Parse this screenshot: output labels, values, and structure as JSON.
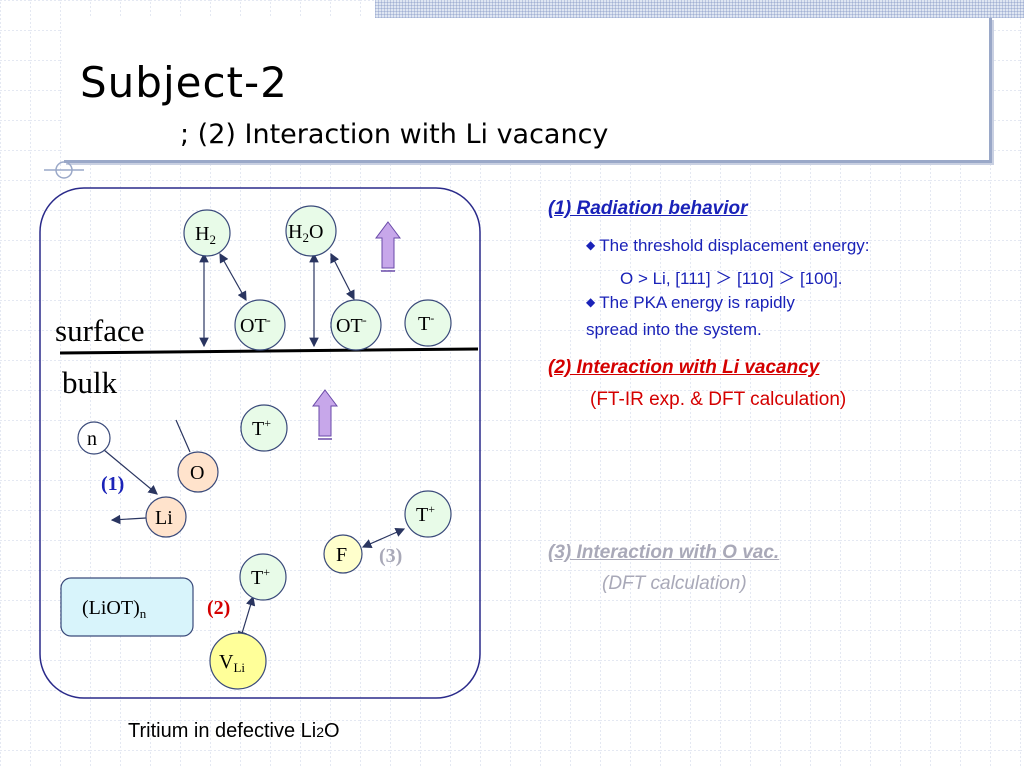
{
  "slide": {
    "title": "Subject-2",
    "subtitle": "; (2) Interaction with Li vacancy"
  },
  "diagram": {
    "region_surface": "surface",
    "region_bulk": "bulk",
    "nodes": {
      "h2": {
        "base": "H",
        "sub": "2",
        "after": ""
      },
      "h2o": {
        "base": "H",
        "sub": "2",
        "after": "O"
      },
      "ot1": {
        "base": "OT",
        "sup": "-"
      },
      "ot2": {
        "base": "OT",
        "sup": "-"
      },
      "t_minus": {
        "base": "T",
        "sup": "-"
      },
      "t_plus_1": {
        "base": "T",
        "sup": "+"
      },
      "t_plus_2": {
        "base": "T",
        "sup": "+"
      },
      "t_plus_3": {
        "base": "T",
        "sup": "+"
      },
      "n": "n",
      "o": "O",
      "li": "Li",
      "f": "F",
      "liot": {
        "base": "(LiOT)",
        "sub": "n"
      },
      "vli": {
        "base": "V",
        "sub": "Li"
      }
    },
    "tags": {
      "one": "(1)",
      "two": "(2)",
      "three": "(3)"
    },
    "colors": {
      "node_fill": "#e8fbe8",
      "node_stroke": "#3a4a7a",
      "o_fill": "#ffe3cc",
      "li_fill": "#ffe3cc",
      "f_fill": "#ffffcc",
      "vli_fill": "#ffff99",
      "liot_fill": "#d8f4fb",
      "container_stroke": "#2a2a8a",
      "up_arrow_fill": "#c7a7ea",
      "tag_one_color": "#1a22b8",
      "tag_two_color": "#d40000",
      "tag_three_color": "#a9a9b8"
    },
    "icons": [
      "up-arrow-icon",
      "up-arrow-icon"
    ]
  },
  "panel": {
    "section1": {
      "heading": "(1) Radiation behavior",
      "bullet1_line1": "The threshold displacement energy:",
      "bullet1_line2": "O > Li,    [111]  ＞  [110]   ＞  [100].",
      "bullet2_line1": "The PKA energy is rapidly",
      "bullet2_line2": "spread into the system."
    },
    "section2": {
      "heading": "(2) Interaction with Li vacancy",
      "note": "(FT-IR exp. &  DFT calculation)"
    },
    "section3": {
      "heading": "(3) Interaction with O vac.",
      "note": "(DFT calculation)"
    }
  },
  "caption": {
    "text": "Tritium in defective Li",
    "sub": "2",
    "after": "O"
  }
}
